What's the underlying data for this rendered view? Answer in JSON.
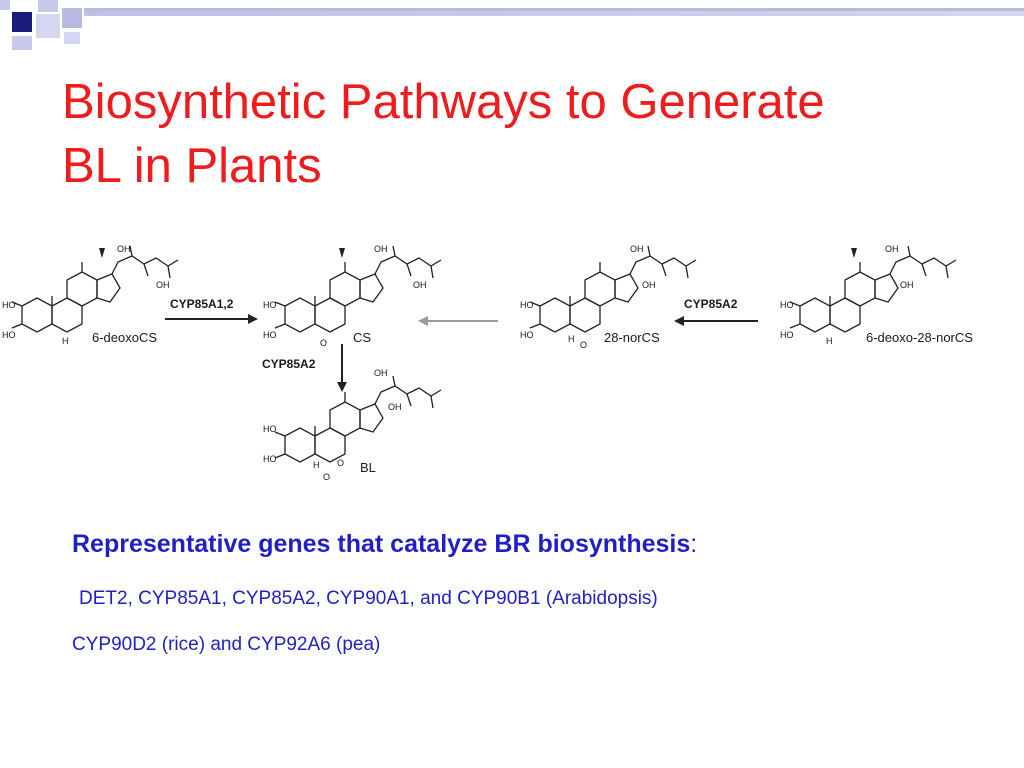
{
  "slide": {
    "title_line1": "Biosynthetic Pathways to Generate",
    "title_line2": "BL in Plants"
  },
  "diagram": {
    "compounds": [
      {
        "id": "6-deoxocs",
        "name": "6-deoxoCS"
      },
      {
        "id": "cs",
        "name": "CS"
      },
      {
        "id": "28-norcs",
        "name": "28-norCS"
      },
      {
        "id": "6-deoxo-28-norcs",
        "name": "6-deoxo-28-norCS"
      },
      {
        "id": "bl",
        "name": "BL"
      }
    ],
    "enzymes": {
      "cyp85a12": "CYP85A1,2",
      "cyp85a2_down": "CYP85A2",
      "cyp85a2_right": "CYP85A2"
    },
    "atom_labels": {
      "ho": "HO",
      "oh": "OH",
      "h": "H",
      "o": "O"
    }
  },
  "genes": {
    "heading": "Representative genes that catalyze BR biosynthesis",
    "heading_colon": ":",
    "line1": "DET2, CYP85A1, CYP85A2, CYP90A1, and CYP90B1 (Arabidopsis)",
    "line2": "CYP90D2 (rice) and CYP92A6 (pea)"
  },
  "colors": {
    "title": "#ee1c1c",
    "body_text": "#1f1fc8",
    "deco_navy": "#1a1a7a",
    "deco_lavender": "#b8b8e0"
  }
}
